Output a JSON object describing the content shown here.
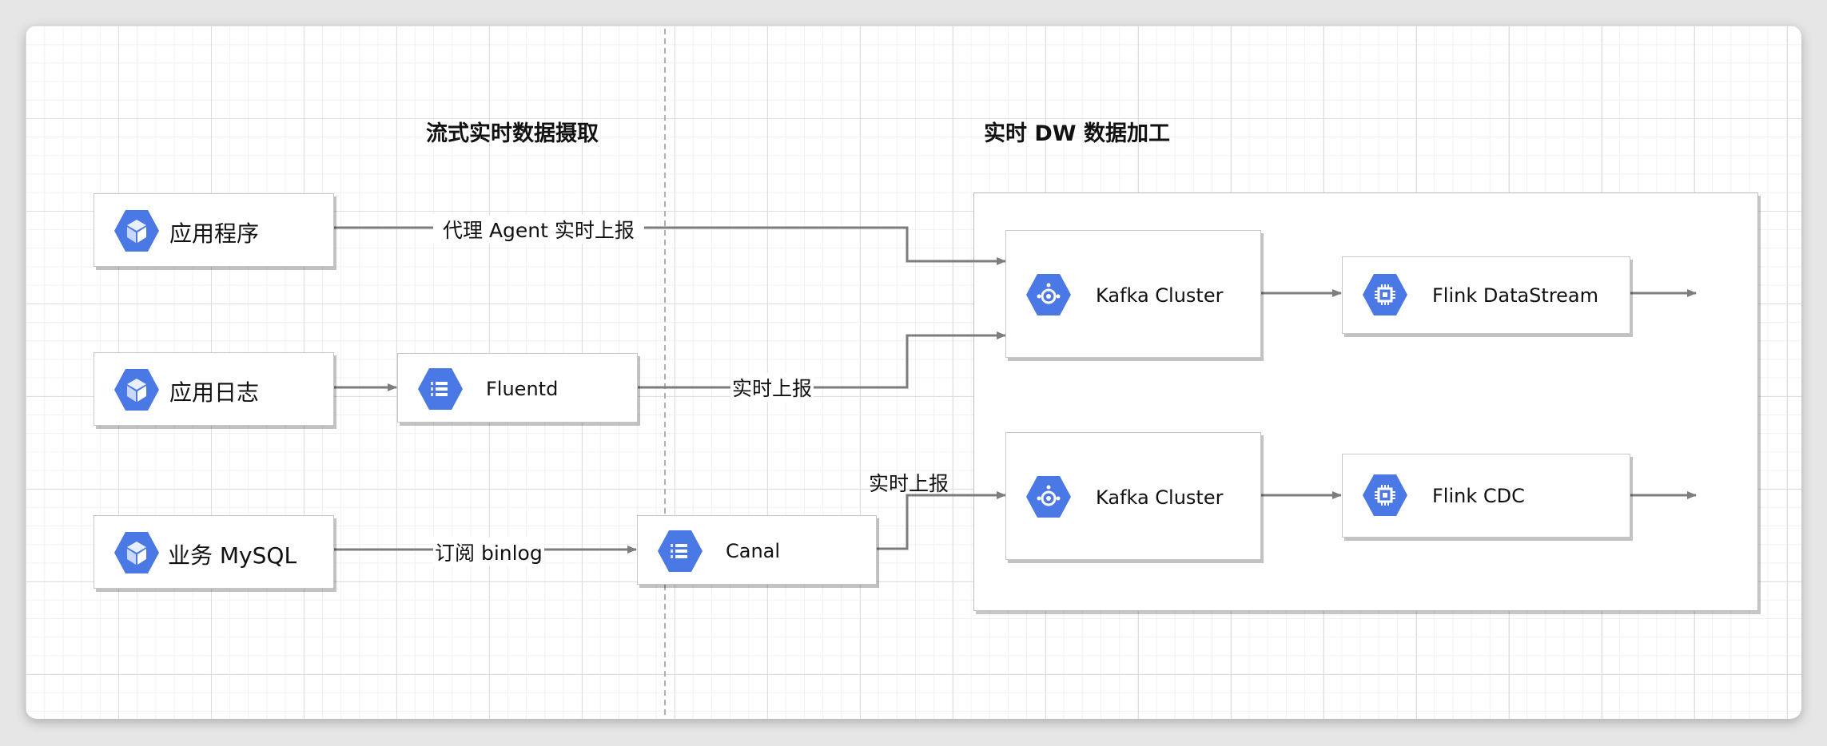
{
  "titles": {
    "ingest": "流式实时数据摄取",
    "warehouse": "实时 DW 数据加工"
  },
  "nodes": {
    "app": {
      "label": "应用程序",
      "icon": "cube-icon"
    },
    "applog": {
      "label": "应用日志",
      "icon": "cube-icon"
    },
    "mysql": {
      "label": "业务 MySQL",
      "icon": "cube-icon"
    },
    "fluentd": {
      "label": "Fluentd",
      "icon": "list-icon"
    },
    "canal": {
      "label": "Canal",
      "icon": "list-icon"
    },
    "kafka1": {
      "label": "Kafka Cluster",
      "icon": "pubsub-icon"
    },
    "kafka2": {
      "label": "Kafka Cluster",
      "icon": "pubsub-icon"
    },
    "flink_ds": {
      "label": "Flink DataStream",
      "icon": "chip-icon"
    },
    "flink_cdc": {
      "label": "Flink CDC",
      "icon": "chip-icon"
    }
  },
  "edge_labels": {
    "agent": "代理 Agent  实时上报",
    "fluentd_report": "实时上报",
    "canal_report": "实时上报",
    "binlog": "订阅 binlog"
  },
  "colors": {
    "icon_blue": "#4a78e4",
    "wire": "#7d7d7d"
  }
}
